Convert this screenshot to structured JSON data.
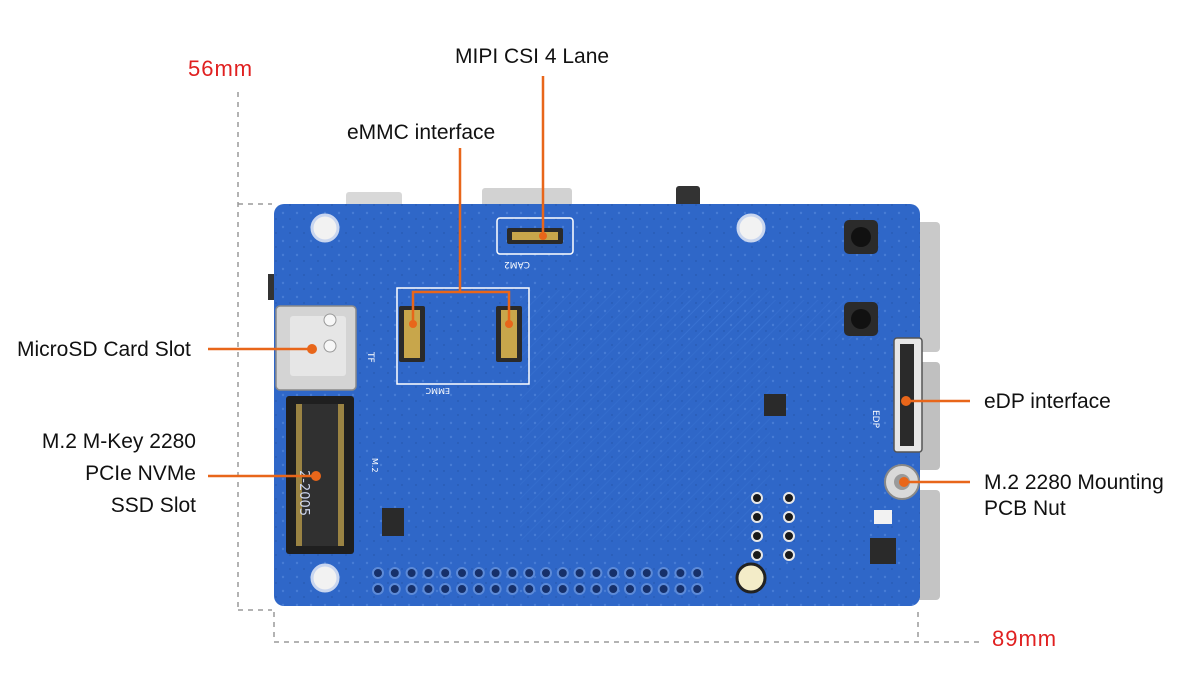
{
  "dimensions": {
    "height": "56mm",
    "width": "89mm"
  },
  "callouts": {
    "mipi": "MIPI CSI 4 Lane",
    "emmc": "eMMC interface",
    "microsd": "MicroSD Card Slot",
    "m2_line1": "M.2 M-Key 2280",
    "m2_line2": "PCIe NVMe",
    "m2_line3": "SSD Slot",
    "edp": "eDP interface",
    "nut_line1": "M.2 2280 Mounting",
    "nut_line2": "PCB Nut"
  },
  "silkscreen": {
    "cam": "CAM2",
    "emmc": "EMMC",
    "tf": "TF",
    "edp": "EDP",
    "m2": "M.2",
    "m2_part": "2-2005"
  },
  "colors": {
    "board": "#2f67c8",
    "callout_line": "#e8661a",
    "dimension_text": "#e02020",
    "dimension_line": "#9a9a9a"
  }
}
